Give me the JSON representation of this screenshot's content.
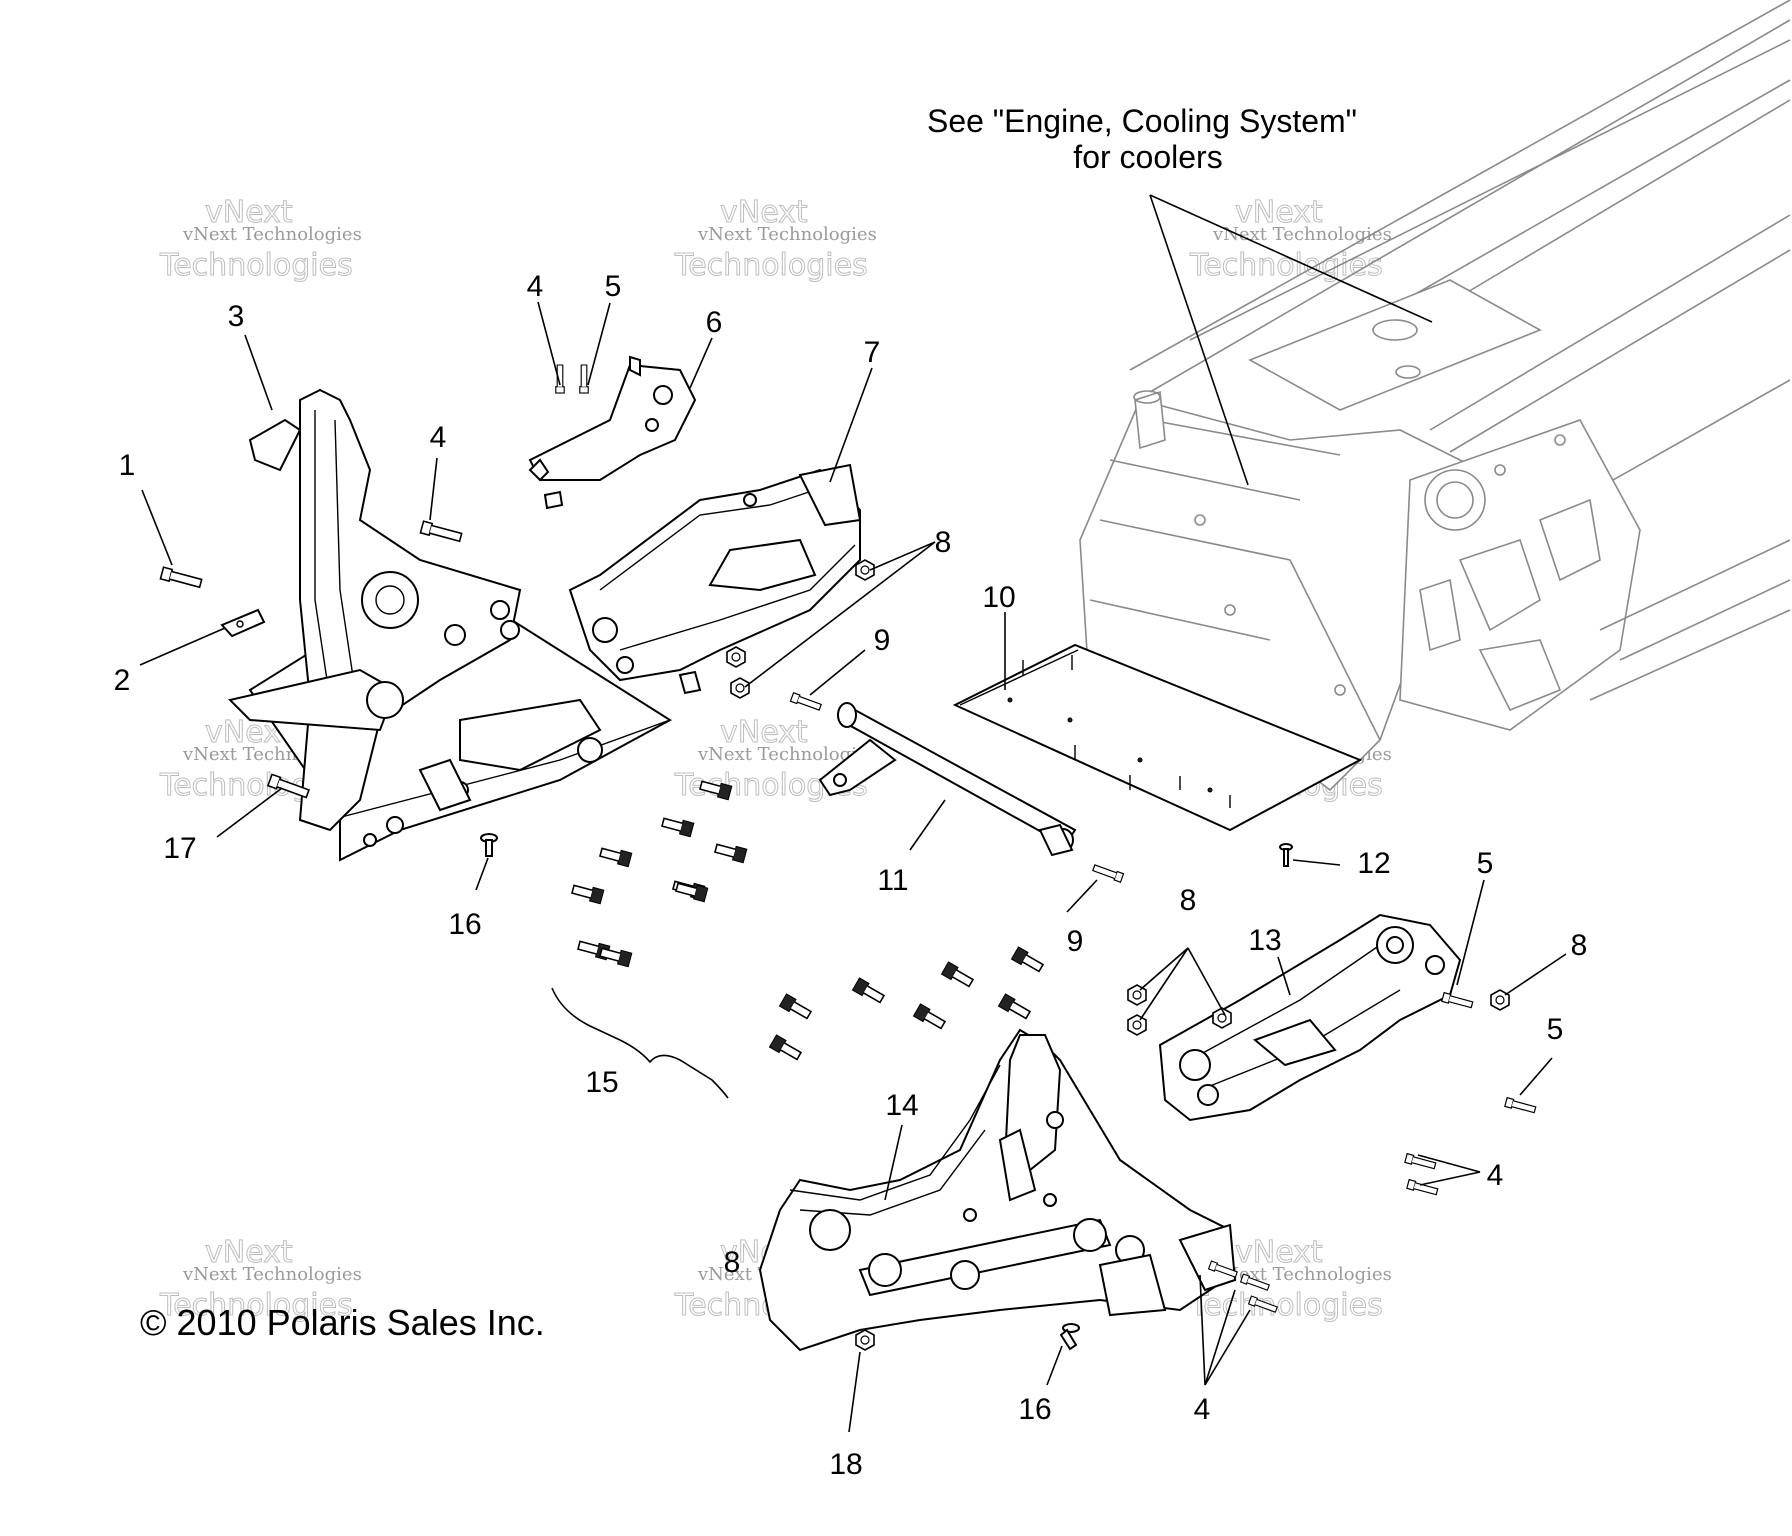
{
  "note": {
    "line1": "See \"Engine, Cooling System\"",
    "line2": "for coolers"
  },
  "copyright": "© 2010 Polaris Sales Inc.",
  "watermark": {
    "small": "vNext Technologies",
    "big": "vNext",
    "big2": "Technologies"
  },
  "callouts": {
    "c1": "1",
    "c2": "2",
    "c3": "3",
    "c4a": "4",
    "c4b": "4",
    "c4c": "4",
    "c4d": "4",
    "c5a": "5",
    "c5b": "5",
    "c5c": "5",
    "c6": "6",
    "c7": "7",
    "c8a": "8",
    "c8b": "8",
    "c8c": "8",
    "c8d": "8",
    "c9a": "9",
    "c9b": "9",
    "c10": "10",
    "c11": "11",
    "c12": "12",
    "c13": "13",
    "c14": "14",
    "c15": "15",
    "c16a": "16",
    "c16b": "16",
    "c17": "17",
    "c18": "18"
  },
  "parts": [
    {
      "number": "1",
      "icon": "bolt-icon"
    },
    {
      "number": "2",
      "icon": "bracket-icon"
    },
    {
      "number": "3",
      "icon": "left-chassis-frame-icon"
    },
    {
      "number": "4",
      "icon": "bolt-icon"
    },
    {
      "number": "5",
      "icon": "bolt-icon"
    },
    {
      "number": "6",
      "icon": "mounting-plate-icon"
    },
    {
      "number": "7",
      "icon": "support-bracket-icon"
    },
    {
      "number": "8",
      "icon": "nut-icon"
    },
    {
      "number": "9",
      "icon": "bolt-icon"
    },
    {
      "number": "10",
      "icon": "cover-plate-icon"
    },
    {
      "number": "11",
      "icon": "cross-tube-icon"
    },
    {
      "number": "12",
      "icon": "rivet-icon"
    },
    {
      "number": "13",
      "icon": "right-bracket-icon"
    },
    {
      "number": "14",
      "icon": "front-chassis-frame-icon"
    },
    {
      "number": "15",
      "icon": "bolt-set-icon"
    },
    {
      "number": "16",
      "icon": "rivet-icon"
    },
    {
      "number": "17",
      "icon": "bolt-icon"
    },
    {
      "number": "18",
      "icon": "nut-icon"
    }
  ]
}
